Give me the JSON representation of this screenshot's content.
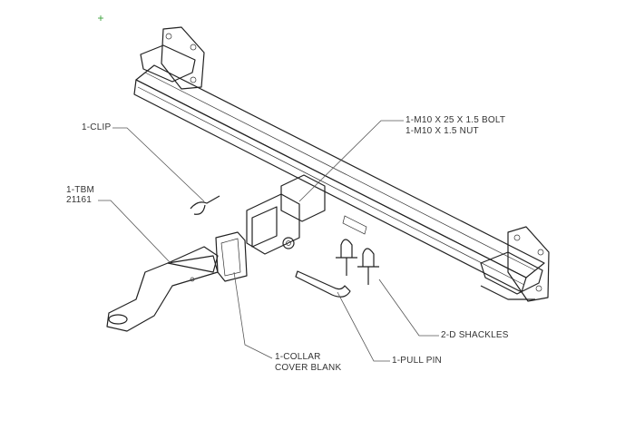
{
  "labels": {
    "clip": "1-CLIP",
    "tbm_line1": "1-TBM",
    "tbm_line2": "21161",
    "bolt_line1": "1-M10 X 25 X 1.5 BOLT",
    "bolt_line2": "1-M10 X 1.5 NUT",
    "collar_line1": "1-COLLAR",
    "collar_line2": "COVER BLANK",
    "pull_pin": "1-PULL PIN",
    "shackles": "2-D SHACKLES"
  },
  "colors": {
    "line": "#222222",
    "marker": "#2a9a2a"
  }
}
